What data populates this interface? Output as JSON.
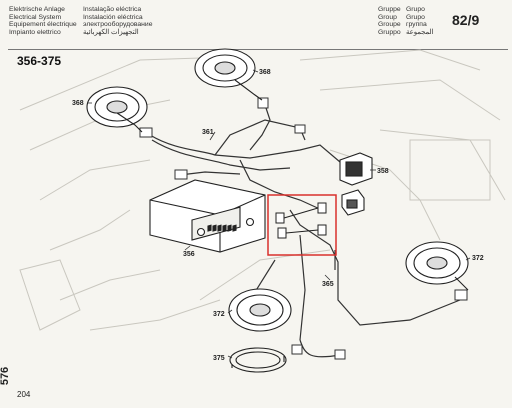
{
  "header": {
    "left_lines": [
      "Elektrische Anlage",
      "Electrical System",
      "Equipement électrique",
      "Impianto elettrico"
    ],
    "mid_lines": [
      "Instalação eléctrica",
      "Instalación eléctrica",
      "электрооборудование",
      "التجهيزات الكهربائية"
    ],
    "group_col1": [
      "Gruppe",
      "Group",
      "Groupe",
      "Gruppo"
    ],
    "group_col2": [
      "Grupo",
      "Grupo",
      "группа",
      "المجموعة"
    ],
    "group_number": "82/9"
  },
  "diagram": {
    "range_label": "356-375",
    "callouts": {
      "c368_left": "368",
      "c368_top": "368",
      "c361": "361",
      "c358": "358",
      "c356": "356",
      "c365": "365",
      "c372_right": "372",
      "c372_bottom": "372",
      "c375": "375"
    },
    "highlight_color": "#d9302c"
  },
  "footer": {
    "page_number": "204",
    "side_number": "576"
  }
}
